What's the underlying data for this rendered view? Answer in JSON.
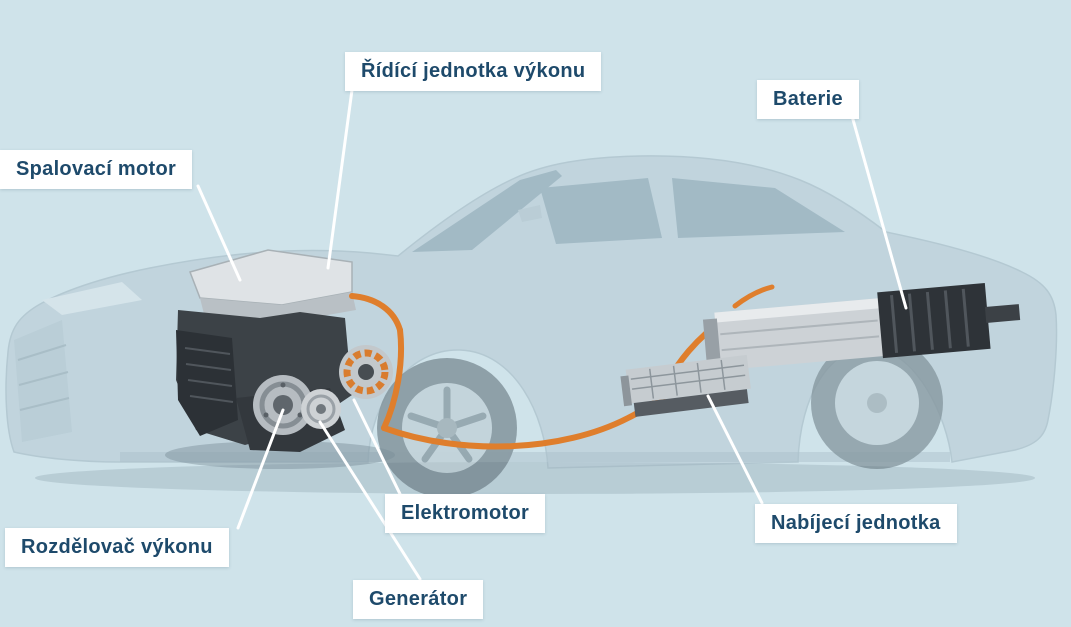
{
  "diagram": {
    "type": "hybrid-powertrain-component-diagram",
    "background_color": "#cfe3ea",
    "label_bg_color": "#ffffff",
    "label_text_color": "#1e4a6b",
    "leader_line_color": "#ffffff",
    "hv_cable_color": "#df7e2c",
    "car_body_color": "#b6c9d4",
    "component_metal_color": "#cdd2d6",
    "component_dark_color": "#2e3338"
  },
  "labels": {
    "power_control_unit": {
      "text": "Řídící jednotka výkonu"
    },
    "battery": {
      "text": "Baterie"
    },
    "combustion_engine": {
      "text": "Spalovací motor"
    },
    "power_split_device": {
      "text": "Rozdělovač výkonu"
    },
    "electric_motor": {
      "text": "Elektromotor"
    },
    "generator": {
      "text": "Generátor"
    },
    "charging_unit": {
      "text": "Nabíjecí jednotka"
    }
  }
}
